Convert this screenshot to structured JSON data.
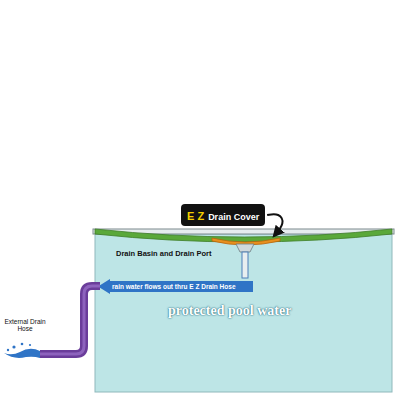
{
  "diagram": {
    "nodes": [
      {
        "text": [
          "E Z",
          "Drain Cover"
        ]
      }
    ],
    "labels": [
      "Drain Basin and Drain Port",
      "rain water flows out thru E Z Drain Hose",
      "protected pool water",
      "External Drain Hose"
    ]
  }
}
